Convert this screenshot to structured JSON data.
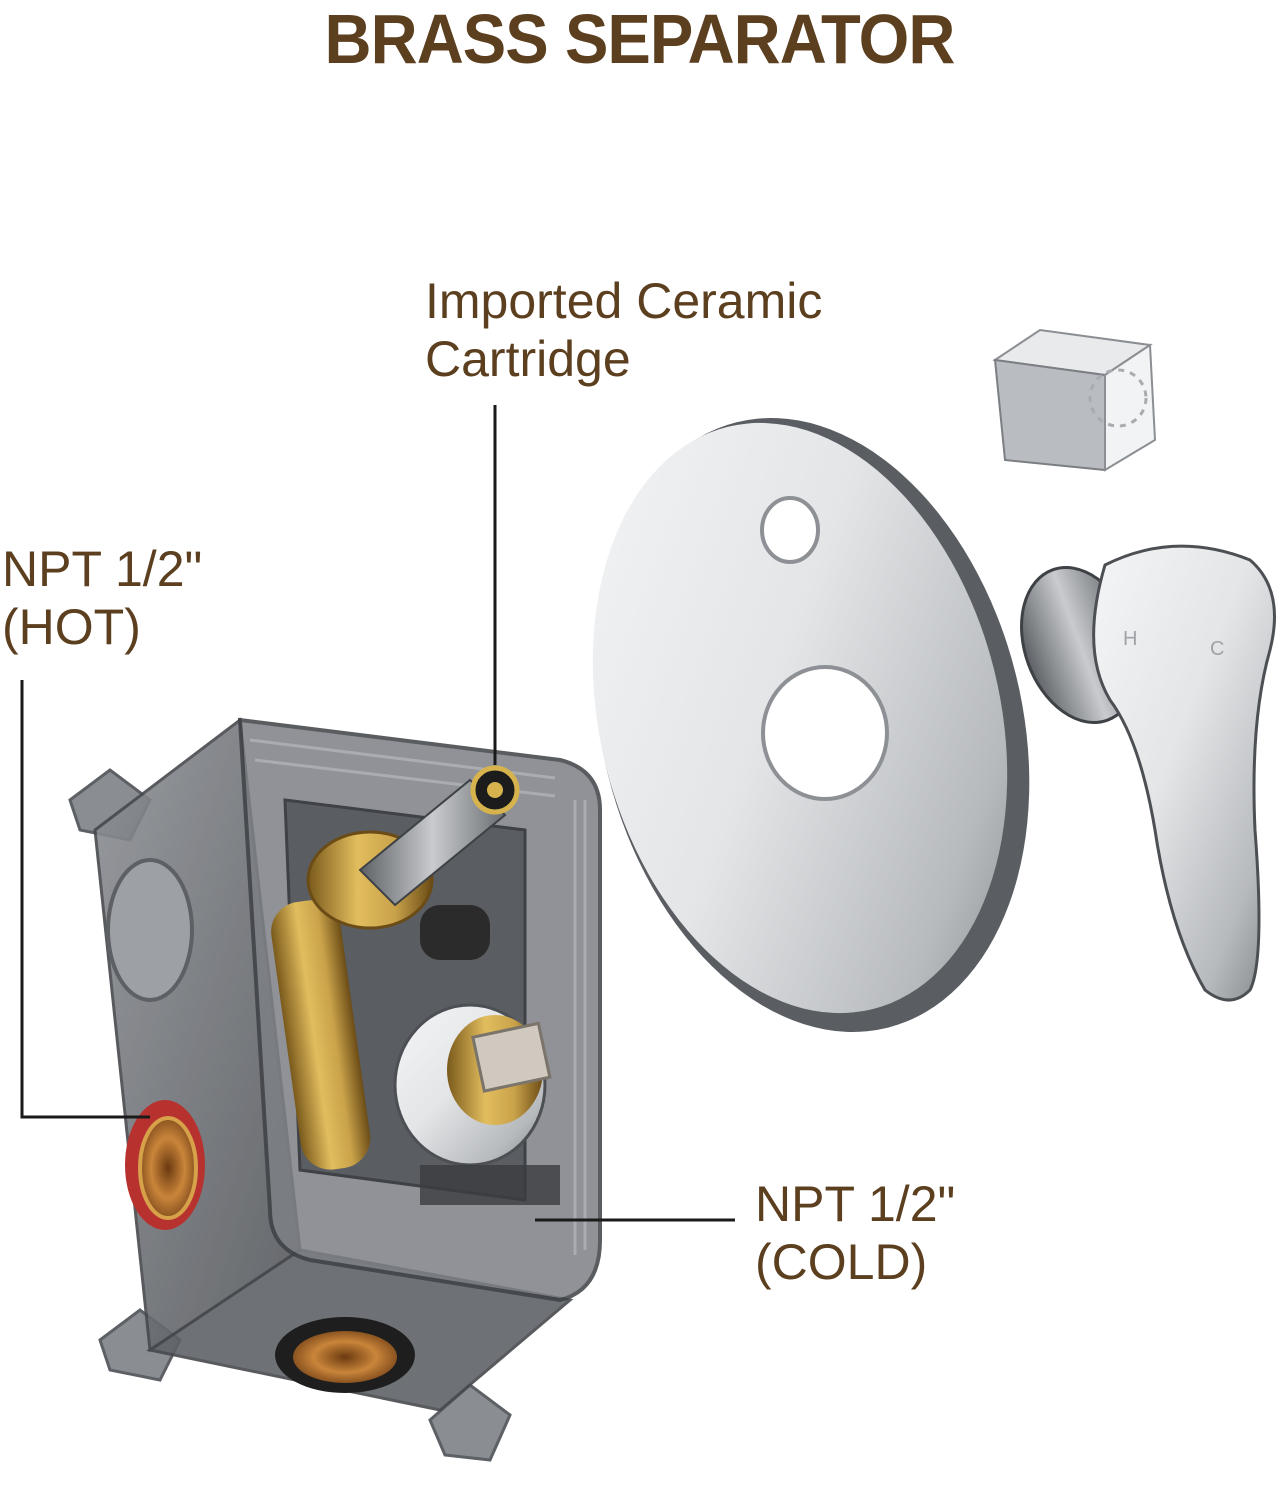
{
  "title": "BRASS SEPARATOR",
  "colors": {
    "text": "#5b3f1f",
    "leader_line": "#1a1a1a",
    "brass": "#c9a24a",
    "chrome": "#d8dadd",
    "housing": "#6f7277"
  },
  "callouts": {
    "cartridge": {
      "line1": "Imported Ceramic",
      "line2": "Cartridge"
    },
    "hot": {
      "line1": "NPT 1/2\"",
      "line2": "(HOT)"
    },
    "cold": {
      "line1": "NPT 1/2\"",
      "line2": "(COLD)"
    }
  },
  "handle_marks": {
    "hot": "H",
    "cold": "C"
  }
}
